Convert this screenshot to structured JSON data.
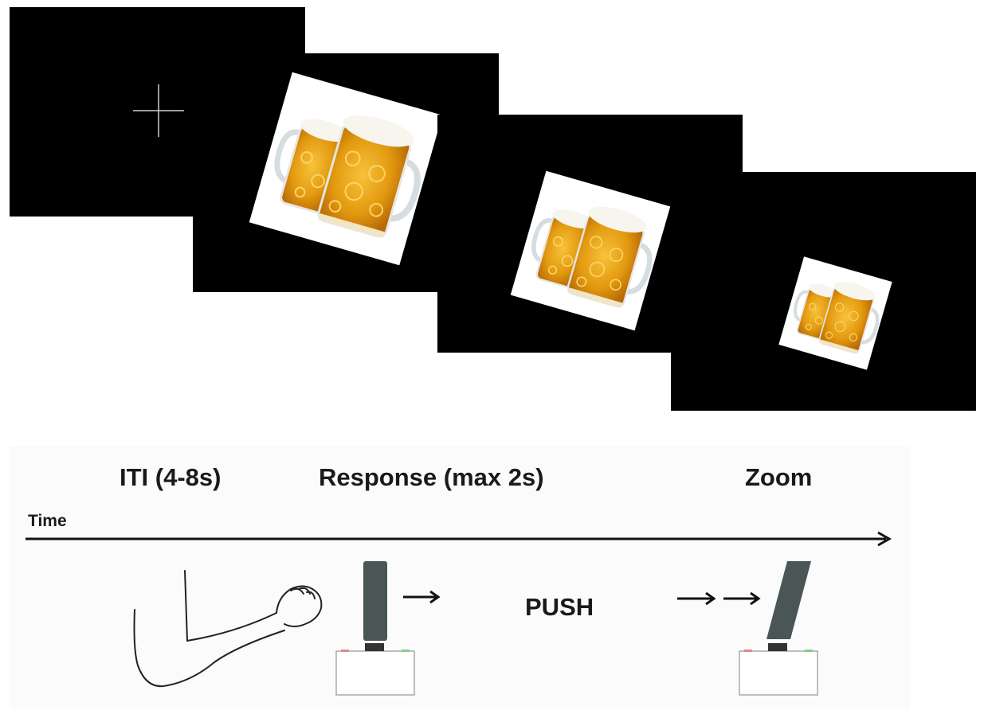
{
  "labels": {
    "iti": "ITI (4-8s)",
    "response": "Response (max 2s)",
    "zoom": "Zoom",
    "time": "Time",
    "push": "PUSH"
  },
  "stimulus": {
    "image": "beer-mugs",
    "fixation": "fixation-cross"
  },
  "colors": {
    "screen": "#000000",
    "beer": "#e39a10",
    "joystick": "#4a5656",
    "arrow": "#111111"
  }
}
